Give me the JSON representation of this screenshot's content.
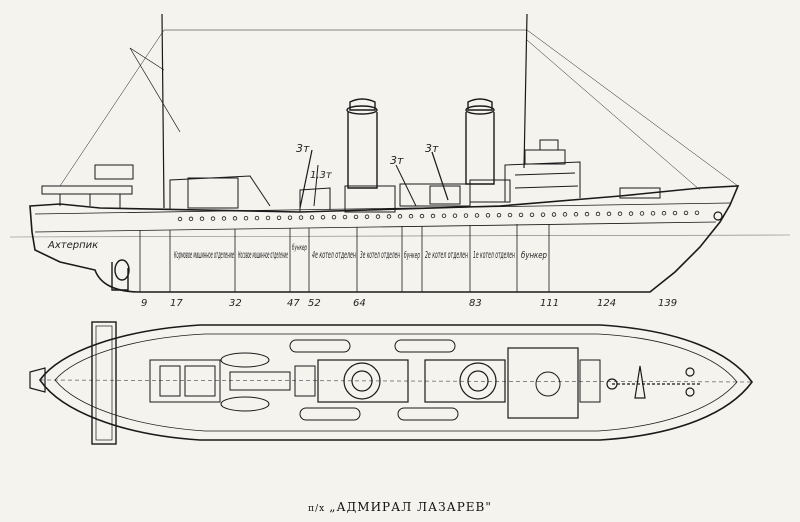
{
  "compartments": [
    "Ахтерпик",
    "Кормовое машинное отделение",
    "Носовое машинное отделение",
    "бункер",
    "4е котел отделен",
    "3е котел отделен",
    "бункер",
    "2е котел отделен",
    "1е котел отделен",
    "бункер"
  ],
  "frame_numbers": [
    "9",
    "17",
    "32",
    "47",
    "52",
    "64",
    "83",
    "111",
    "124",
    "139"
  ],
  "crane_labels": [
    "3т",
    "1,3т",
    "3т",
    "3т"
  ],
  "caption_prefix": "п/х",
  "caption_title": "„АДМИРАЛ ЛАЗАРЕВ\""
}
